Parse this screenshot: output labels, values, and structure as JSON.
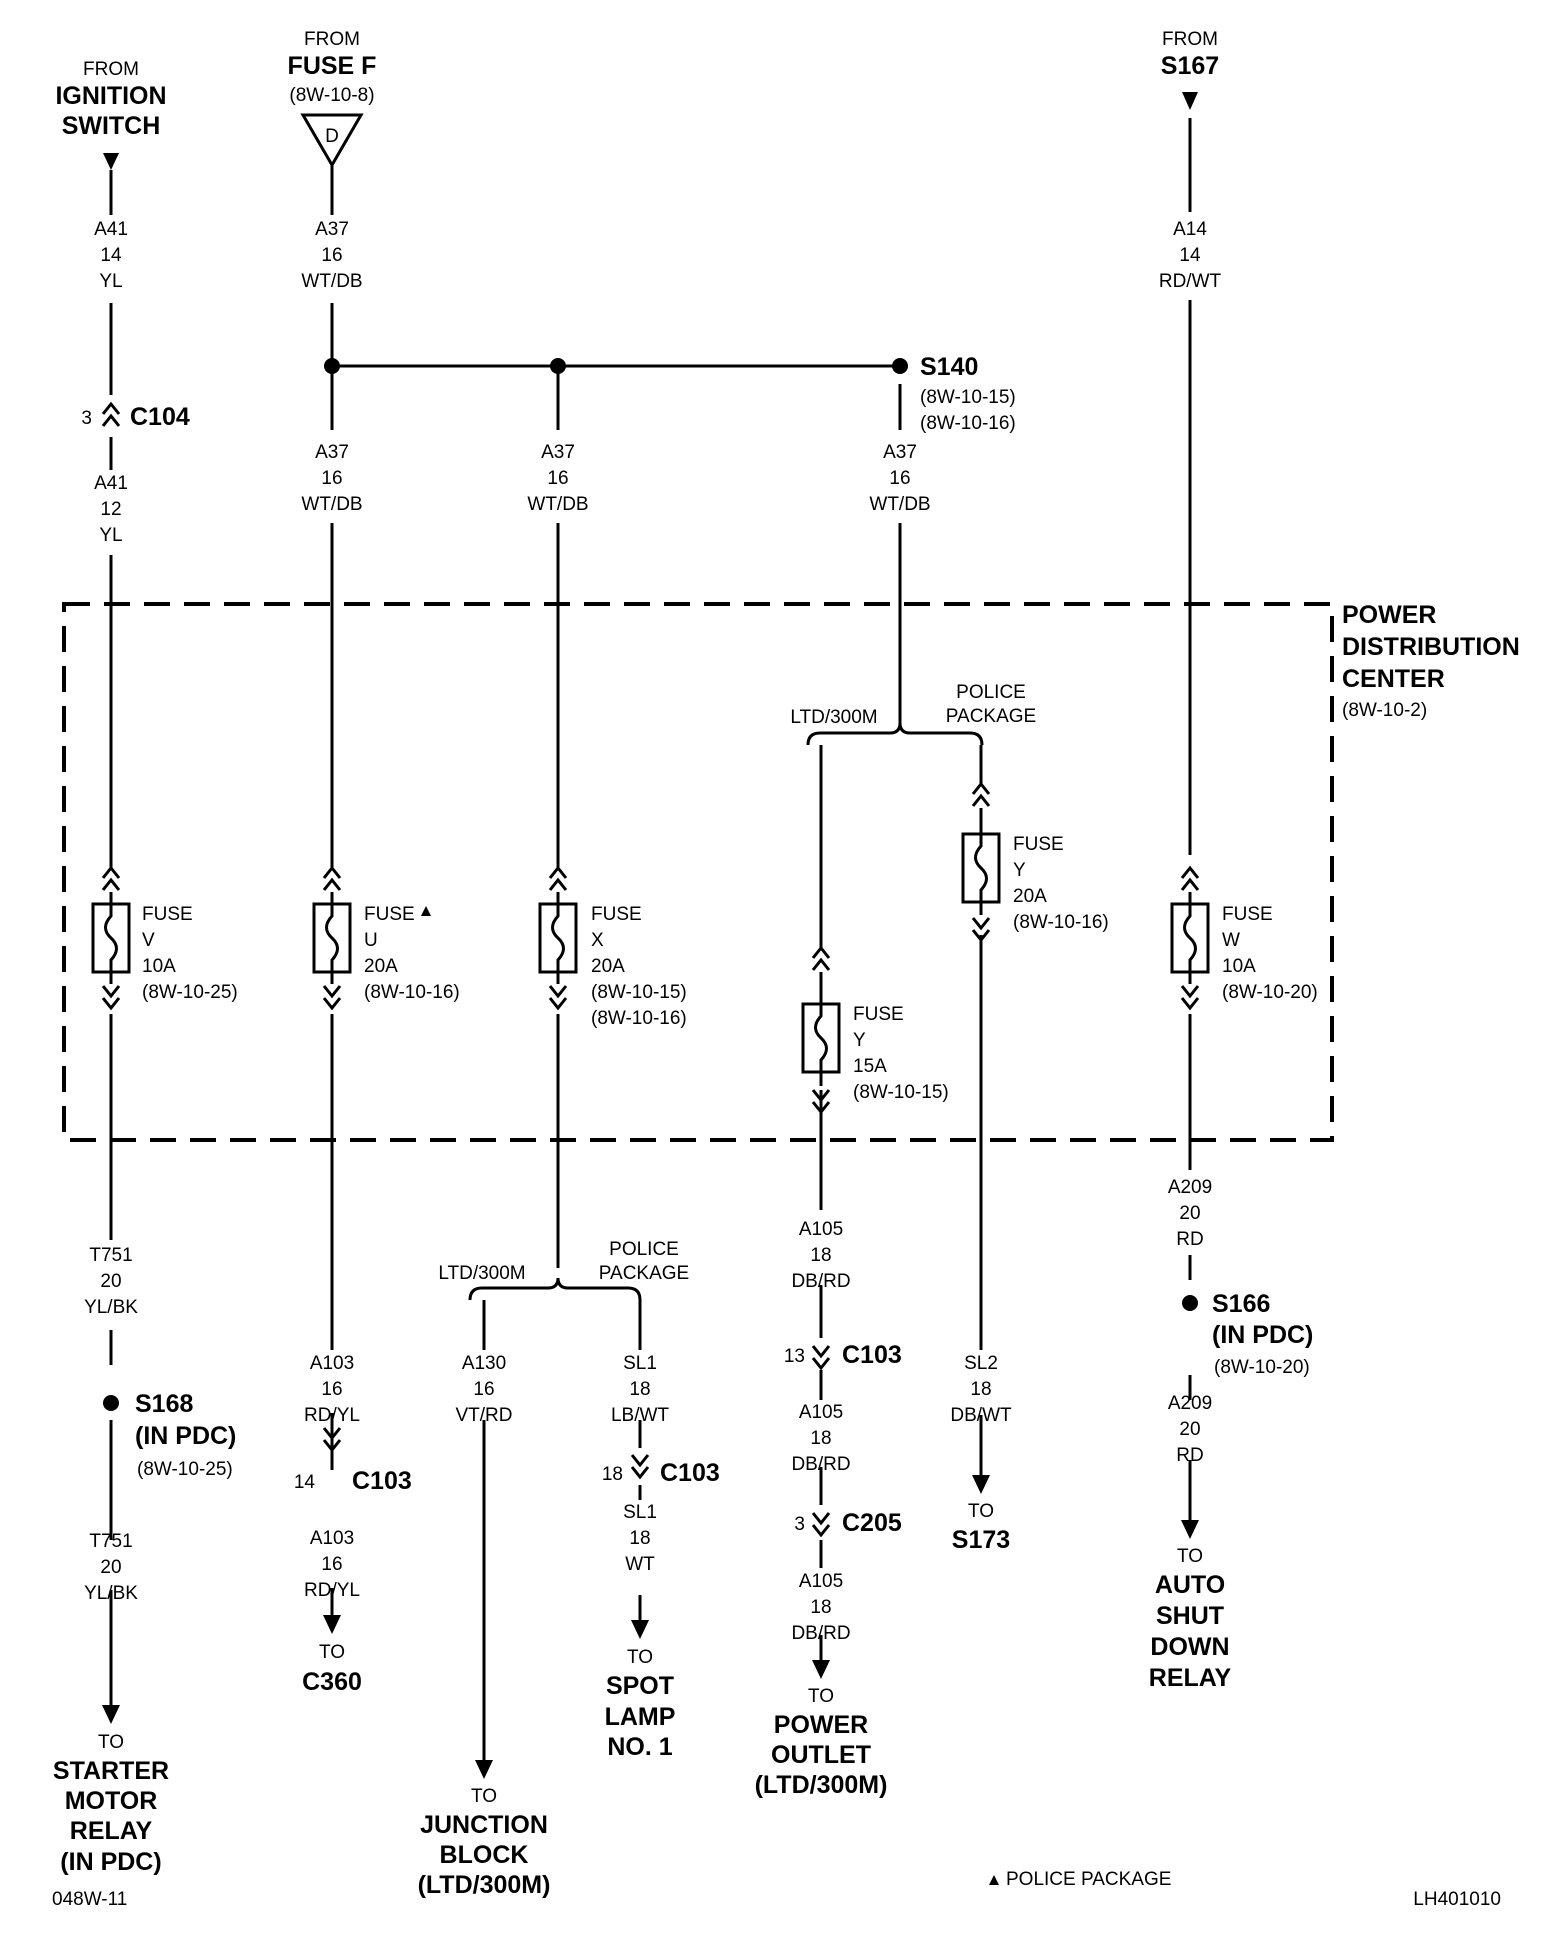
{
  "sources": {
    "ignition": {
      "from": "FROM",
      "l1": "IGNITION",
      "l2": "SWITCH"
    },
    "fuse_f": {
      "from": "FROM",
      "name": "FUSE F",
      "ref": "(8W-10-8)",
      "symbol": "D"
    },
    "s167": {
      "from": "FROM",
      "name": "S167"
    }
  },
  "wires": {
    "a41_top": {
      "c": "A41",
      "g": "14",
      "col": "YL"
    },
    "a41_bot": {
      "c": "A41",
      "g": "12",
      "col": "YL"
    },
    "a37_top": {
      "c": "A37",
      "g": "16",
      "col": "WT/DB"
    },
    "a37_1": {
      "c": "A37",
      "g": "16",
      "col": "WT/DB"
    },
    "a37_2": {
      "c": "A37",
      "g": "16",
      "col": "WT/DB"
    },
    "a37_3": {
      "c": "A37",
      "g": "16",
      "col": "WT/DB"
    },
    "a14": {
      "c": "A14",
      "g": "14",
      "col": "RD/WT"
    },
    "t751_1": {
      "c": "T751",
      "g": "20",
      "col": "YL/BK"
    },
    "t751_2": {
      "c": "T751",
      "g": "20",
      "col": "YL/BK"
    },
    "a103_1": {
      "c": "A103",
      "g": "16",
      "col": "RD/YL"
    },
    "a103_2": {
      "c": "A103",
      "g": "16",
      "col": "RD/YL"
    },
    "a130": {
      "c": "A130",
      "g": "16",
      "col": "VT/RD"
    },
    "sl1_1": {
      "c": "SL1",
      "g": "18",
      "col": "LB/WT"
    },
    "sl1_2": {
      "c": "SL1",
      "g": "18",
      "col": "WT"
    },
    "a105_1": {
      "c": "A105",
      "g": "18",
      "col": "DB/RD"
    },
    "a105_2": {
      "c": "A105",
      "g": "18",
      "col": "DB/RD"
    },
    "a105_3": {
      "c": "A105",
      "g": "18",
      "col": "DB/RD"
    },
    "sl2": {
      "c": "SL2",
      "g": "18",
      "col": "DB/WT"
    },
    "a209_1": {
      "c": "A209",
      "g": "20",
      "col": "RD"
    },
    "a209_2": {
      "c": "A209",
      "g": "20",
      "col": "RD"
    }
  },
  "connectors": {
    "c104": {
      "pin": "3",
      "name": "C104"
    },
    "c103_a": {
      "pin": "14",
      "name": "C103"
    },
    "c103_b": {
      "pin": "18",
      "name": "C103"
    },
    "c103_c": {
      "pin": "13",
      "name": "C103"
    },
    "c205": {
      "pin": "3",
      "name": "C205"
    }
  },
  "splices": {
    "s140": {
      "name": "S140",
      "r1": "(8W-10-15)",
      "r2": "(8W-10-16)"
    },
    "s168": {
      "name": "S168",
      "sub": "(IN PDC)",
      "ref": "(8W-10-25)"
    },
    "s166": {
      "name": "S166",
      "sub": "(IN PDC)",
      "ref": "(8W-10-20)"
    }
  },
  "pdc": {
    "l1": "POWER",
    "l2": "DISTRIBUTION",
    "l3": "CENTER",
    "ref": "(8W-10-2)"
  },
  "fuses": {
    "v": {
      "label": "FUSE",
      "id": "V",
      "amp": "10A",
      "r1": "(8W-10-25)"
    },
    "u": {
      "label": "FUSE",
      "id": "U",
      "amp": "20A",
      "r1": "(8W-10-16)"
    },
    "x": {
      "label": "FUSE",
      "id": "X",
      "amp": "20A",
      "r1": "(8W-10-15)",
      "r2": "(8W-10-16)"
    },
    "y15": {
      "label": "FUSE",
      "id": "Y",
      "amp": "15A",
      "r1": "(8W-10-15)"
    },
    "y20": {
      "label": "FUSE",
      "id": "Y",
      "amp": "20A",
      "r1": "(8W-10-16)"
    },
    "w": {
      "label": "FUSE",
      "id": "W",
      "amp": "10A",
      "r1": "(8W-10-20)"
    }
  },
  "options": {
    "ltd_a": "LTD/300M",
    "police_a1": "POLICE",
    "police_a2": "PACKAGE",
    "ltd_b": "LTD/300M",
    "police_b1": "POLICE",
    "police_b2": "PACKAGE"
  },
  "destinations": {
    "starter": {
      "to": "TO",
      "l1": "STARTER",
      "l2": "MOTOR",
      "l3": "RELAY",
      "l4": "(IN PDC)"
    },
    "c360": {
      "to": "TO",
      "l1": "C360"
    },
    "junction": {
      "to": "TO",
      "l1": "JUNCTION",
      "l2": "BLOCK",
      "l3": "(LTD/300M)"
    },
    "spot": {
      "to": "TO",
      "l1": "SPOT",
      "l2": "LAMP",
      "l3": "NO. 1"
    },
    "outlet": {
      "to": "TO",
      "l1": "POWER",
      "l2": "OUTLET",
      "l3": "(LTD/300M)"
    },
    "s173": {
      "to": "TO",
      "l1": "S173"
    },
    "asd": {
      "to": "TO",
      "l1": "AUTO",
      "l2": "SHUT",
      "l3": "DOWN",
      "l4": "RELAY"
    }
  },
  "footer": {
    "page": "048W-11",
    "legend": "POLICE PACKAGE",
    "code": "LH401010"
  }
}
